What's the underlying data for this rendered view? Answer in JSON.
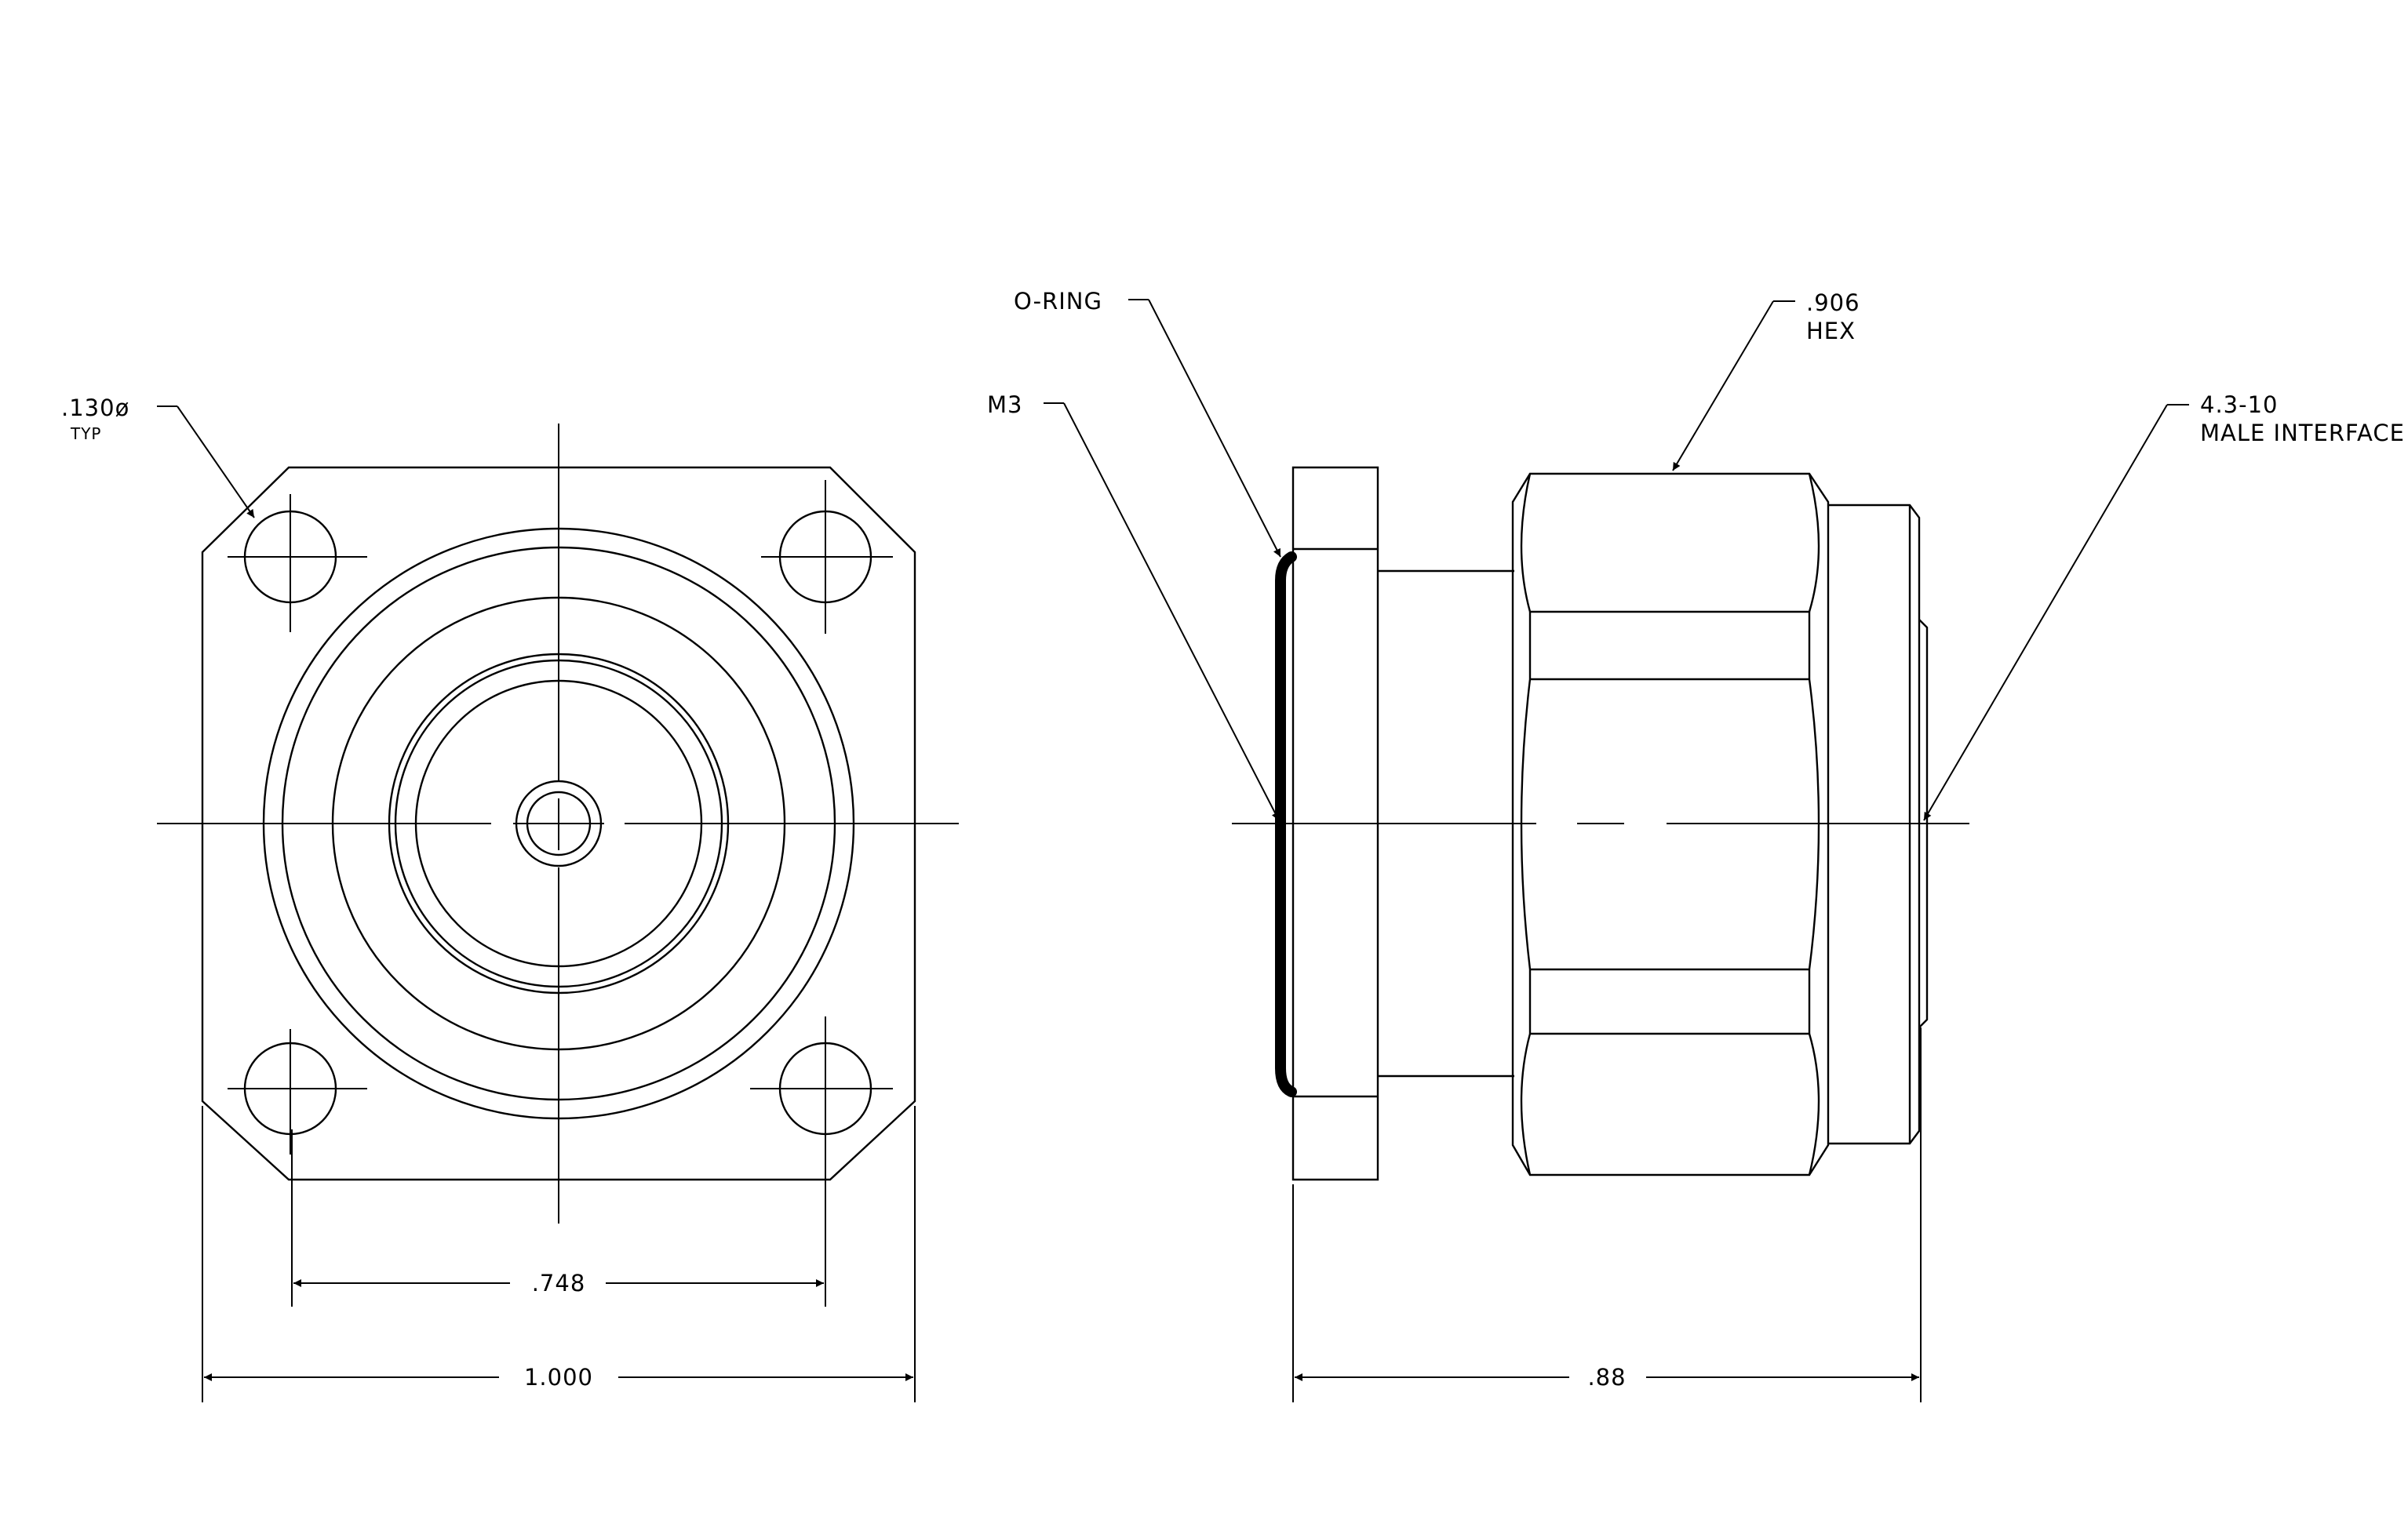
{
  "front_view": {
    "hole_dia_label": ".130ø",
    "hole_dia_note": "TYP",
    "hole_spacing_dim": ".748",
    "flange_width_dim": "1.000"
  },
  "side_view": {
    "oring_label": "O-RING",
    "m3_label": "M3",
    "hex_label_line1": ".906",
    "hex_label_line2": "HEX",
    "interface_label_line1": "4.3-10",
    "interface_label_line2": "MALE INTERFACE",
    "length_dim": ".88"
  }
}
